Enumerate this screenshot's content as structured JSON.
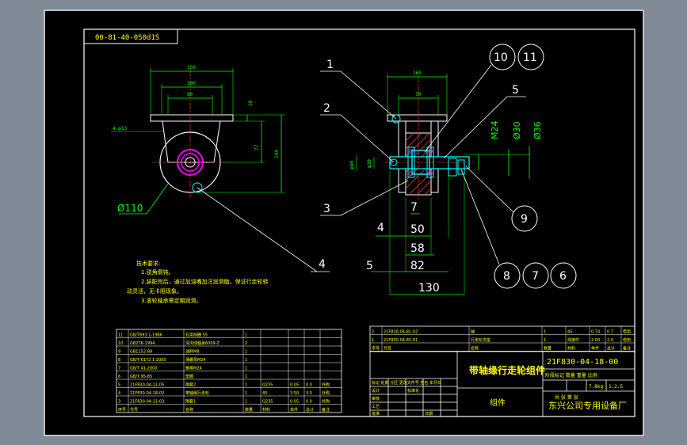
{
  "colors": {
    "background": "#000000",
    "window": "#7f8a96",
    "frame": "#ffffff",
    "dimension": "#00ff00",
    "outline": "#ffffff",
    "leader": "#ffffff",
    "cyan": "#00ffff",
    "magenta": "#ff00ff",
    "hatch": "#ff4040",
    "text": "#ffff00",
    "table_line": "#ffffff"
  },
  "drawing": {
    "code_mirrored": "00-81-40-0S0d1S",
    "callouts_plain": [
      "1",
      "2",
      "3",
      "4",
      "5"
    ],
    "callouts_left_view": [
      "4"
    ],
    "balloons": [
      "10",
      "11",
      "9",
      "8",
      "7",
      "6"
    ],
    "left_dims": {
      "w150": "150",
      "w100": "100",
      "w80": "80",
      "h18": "18",
      "h77": "77",
      "h144": "144",
      "bolt": "4-φ13",
      "dia110": "Ø110"
    },
    "right_dims": {
      "w160": "160",
      "w70": "70",
      "m24": "M24",
      "d30": "Ø30",
      "d36": "Ø36",
      "d40": "φ40",
      "d30s": "φ30",
      "l4": "4",
      "l7": "7",
      "l50": "50",
      "l58": "58",
      "l5": "5",
      "l82": "82",
      "l130": "130"
    }
  },
  "tech_notes": {
    "title": "技术要求:",
    "lines": [
      "1.锐角倒钝。",
      "2.装配完后，通过加油嘴加注润滑脂，保证行走轮转",
      "动灵活，无卡阻现象。",
      "3.滚轮轴承需定期润滑。"
    ]
  },
  "bom": {
    "header": [
      "序号",
      "代号",
      "名称",
      "数量",
      "材料",
      "单件",
      "总计",
      "备注"
    ],
    "rows": [
      [
        "11",
        "GB/T893.1-1986",
        "孔用挡圈 55",
        "1",
        "",
        "",
        "",
        ""
      ],
      [
        "10",
        "GB276-1994",
        "深沟球轴承6009-Z",
        "2",
        "",
        "",
        "",
        ""
      ],
      [
        "9",
        "GB1152-89",
        "油杯M8",
        "1",
        "",
        "",
        "",
        ""
      ],
      [
        "8",
        "GB/T 6172.1-2000",
        "薄螺母M24",
        "1",
        "",
        "",
        "",
        ""
      ],
      [
        "7",
        "GB/T 41-2000",
        "螺母M24",
        "1",
        "",
        "",
        "",
        ""
      ],
      [
        "6",
        "GB/T 95-85",
        "垫圈",
        "1",
        "",
        "",
        "",
        ""
      ],
      [
        "5",
        "21F830-04-11-05",
        "隔套2",
        "1",
        "Q235",
        "0.05",
        "0.0",
        "外购"
      ],
      [
        "4",
        "21F830-04-18-02",
        "带轴缘行走轮",
        "1",
        "45",
        "3.50",
        "3.5",
        "外购"
      ],
      [
        "3",
        "21F830-04-11-03",
        "隔套1",
        "1",
        "Q235",
        "0.05",
        "0.0",
        "外购"
      ]
    ],
    "right_rows": [
      [
        "2",
        "21F830-04-81-02",
        "轴",
        "1",
        "45",
        "0.74",
        "0.7",
        "借用"
      ],
      [
        "1",
        "21F830-04-81-01",
        "行走轮支座",
        "1",
        "焊接件",
        "2.00",
        "2.0",
        "借用"
      ]
    ],
    "right_header": [
      "序号",
      "代号",
      "名称",
      "数量",
      "材料",
      "单件",
      "总计",
      "备注"
    ]
  },
  "title_block": {
    "name": "带轴缘行走轮组件",
    "code": "21F830-04-18-00",
    "type": "组件",
    "company": "东兴公司专用设备厂",
    "weight": "7.8kg",
    "scale": "1:2.5",
    "stage_labels": "阶段标记  数量  重量  比例",
    "sign_rows": [
      "标记 处数 分区 更改文件号 签名 年月日",
      "设计",
      "审核",
      "工艺",
      "批准"
    ],
    "sign_labels": [
      "标准化",
      "日期"
    ],
    "sheet": "共 张 第 张"
  }
}
